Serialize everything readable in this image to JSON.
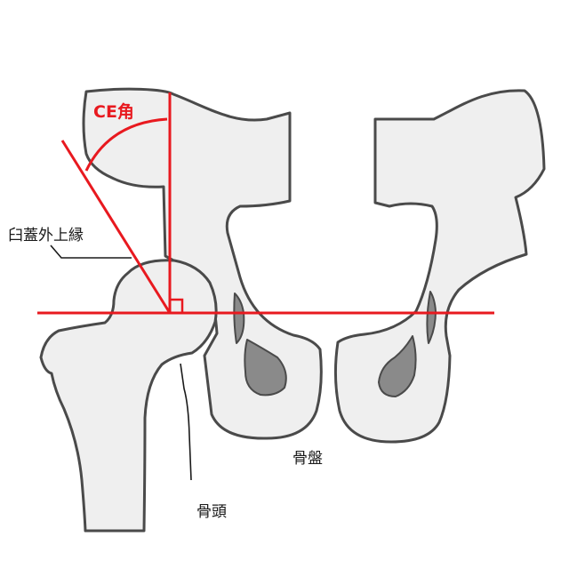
{
  "labels": {
    "ce_angle": "CE角",
    "acetabular_edge": "臼蓋外上縁",
    "femoral_head": "骨頭",
    "pelvis": "骨盤"
  },
  "colors": {
    "annotation_red": "#e8191f",
    "bone_fill": "#efefef",
    "bone_outline": "#4a4a4a",
    "foramen_fill": "#8a8a8a",
    "label_text": "#1a1a1a"
  }
}
